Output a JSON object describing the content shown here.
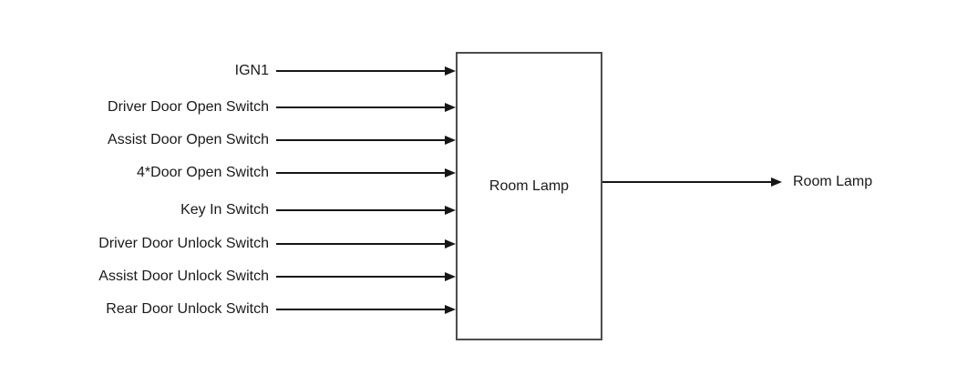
{
  "diagram": {
    "block": {
      "label": "Room Lamp"
    },
    "inputs": [
      {
        "label": "IGN1"
      },
      {
        "label": "Driver Door Open Switch"
      },
      {
        "label": "Assist Door Open Switch"
      },
      {
        "label": "4*Door Open Switch"
      },
      {
        "label": "Key In Switch"
      },
      {
        "label": "Driver Door Unlock Switch"
      },
      {
        "label": "Assist Door Unlock Switch"
      },
      {
        "label": "Rear Door Unlock Switch"
      }
    ],
    "output": {
      "label": "Room Lamp"
    },
    "colors": {
      "line": "#161616",
      "box_border": "#4d4d4d",
      "text": "#1a1a1a",
      "background": "#ffffff"
    }
  }
}
